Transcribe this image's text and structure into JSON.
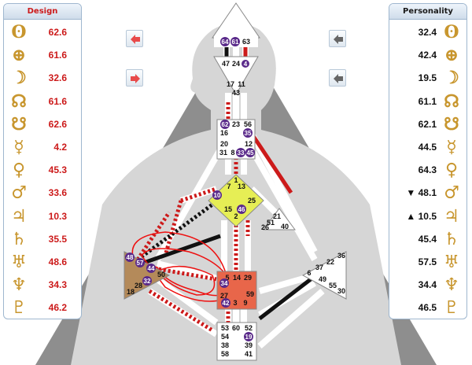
{
  "design": {
    "title": "Design",
    "rows": [
      {
        "planet": "sun-icon",
        "glyph": "ʘ",
        "value": "62.6"
      },
      {
        "planet": "earth-icon",
        "glyph": "⊕",
        "value": "61.6"
      },
      {
        "planet": "moon-icon",
        "glyph": "☽",
        "value": "32.6"
      },
      {
        "planet": "north-node-icon",
        "glyph": "☊",
        "value": "61.6"
      },
      {
        "planet": "south-node-icon",
        "glyph": "☋",
        "value": "62.6"
      },
      {
        "planet": "mercury-icon",
        "glyph": "☿",
        "value": "4.2"
      },
      {
        "planet": "venus-icon",
        "glyph": "♀",
        "value": "45.3"
      },
      {
        "planet": "mars-icon",
        "glyph": "♂",
        "value": "33.6"
      },
      {
        "planet": "jupiter-icon",
        "glyph": "♃",
        "value": "10.3"
      },
      {
        "planet": "saturn-icon",
        "glyph": "♄",
        "value": "35.5"
      },
      {
        "planet": "uranus-icon",
        "glyph": "♅",
        "value": "48.6"
      },
      {
        "planet": "neptune-icon",
        "glyph": "♆",
        "value": "34.3"
      },
      {
        "planet": "pluto-icon",
        "glyph": "♇",
        "value": "46.2"
      }
    ]
  },
  "personality": {
    "title": "Personality",
    "rows": [
      {
        "planet": "sun-icon",
        "glyph": "ʘ",
        "value": "32.4"
      },
      {
        "planet": "earth-icon",
        "glyph": "⊕",
        "value": "42.4"
      },
      {
        "planet": "moon-icon",
        "glyph": "☽",
        "value": "19.5"
      },
      {
        "planet": "north-node-icon",
        "glyph": "☊",
        "value": "61.1"
      },
      {
        "planet": "south-node-icon",
        "glyph": "☋",
        "value": "62.1"
      },
      {
        "planet": "mercury-icon",
        "glyph": "☿",
        "value": "44.5"
      },
      {
        "planet": "venus-icon",
        "glyph": "♀",
        "value": "64.3"
      },
      {
        "planet": "mars-icon",
        "glyph": "♂",
        "value": "▼ 48.1"
      },
      {
        "planet": "jupiter-icon",
        "glyph": "♃",
        "value": "▲ 10.5"
      },
      {
        "planet": "saturn-icon",
        "glyph": "♄",
        "value": "45.4"
      },
      {
        "planet": "uranus-icon",
        "glyph": "♅",
        "value": "57.5"
      },
      {
        "planet": "neptune-icon",
        "glyph": "♆",
        "value": "34.4"
      },
      {
        "planet": "pluto-icon",
        "glyph": "♇",
        "value": "46.5"
      }
    ]
  },
  "colors": {
    "design_red": "#cc1a1a",
    "personality_black": "#111111",
    "glyph_gold": "#c8962e",
    "g_center": "#e6ee55",
    "sacral": "#e8664a",
    "spleen": "#b48a5a",
    "activation": "#5a2a8a"
  },
  "chart": {
    "head_gates": [
      "64",
      "61",
      "63"
    ],
    "ajna_gates": [
      "47",
      "24",
      "4",
      "17",
      "11",
      "43"
    ],
    "throat_gates": [
      "62",
      "23",
      "56",
      "16",
      "35",
      "20",
      "31",
      "8",
      "33",
      "45",
      "12"
    ],
    "g_gates": [
      "1",
      "7",
      "13",
      "10",
      "15",
      "46",
      "25",
      "2"
    ],
    "ego_gates": [
      "21",
      "51",
      "26",
      "40"
    ],
    "spleen_gates": [
      "48",
      "57",
      "44",
      "50",
      "32",
      "28",
      "18"
    ],
    "sacral_gates": [
      "5",
      "14",
      "29",
      "34",
      "27",
      "59",
      "42",
      "3",
      "9"
    ],
    "solar_gates": [
      "36",
      "22",
      "37",
      "6",
      "49",
      "55",
      "30"
    ],
    "root_gates": [
      "53",
      "60",
      "52",
      "54",
      "19",
      "38",
      "39",
      "58",
      "41"
    ]
  }
}
